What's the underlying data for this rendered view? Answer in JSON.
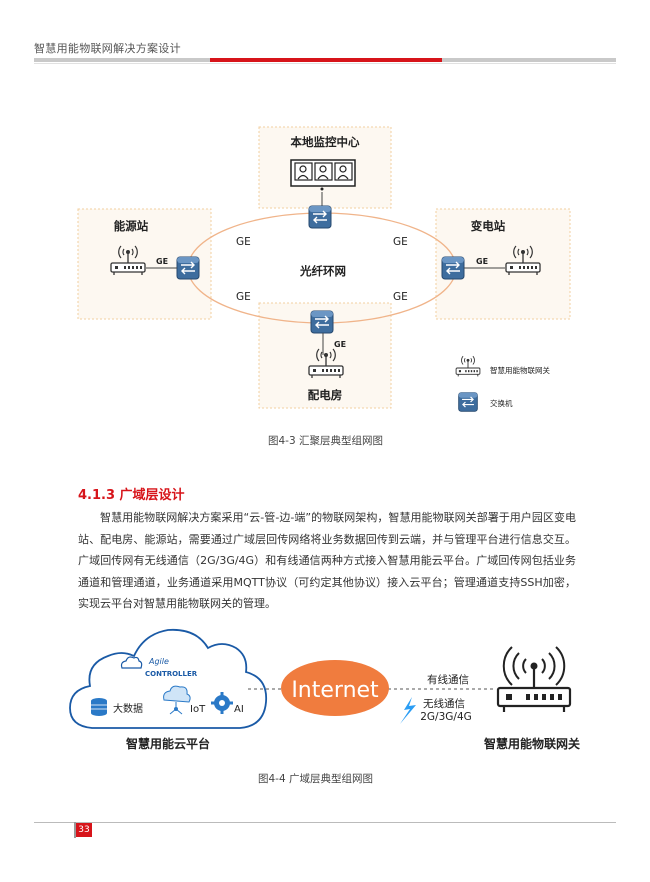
{
  "header": {
    "title": "智慧用能物联网解决方案设计"
  },
  "figure1": {
    "nodes": {
      "monitor": "本地监控中心",
      "energy_station": "能源站",
      "substation": "变电站",
      "distribution": "配电房"
    },
    "ring_label": "光纤环网",
    "link_label": "GE",
    "legend": {
      "gateway": "智慧用能物联网关",
      "switch": "交换机"
    },
    "caption": "图4-3 汇聚层典型组网图"
  },
  "section": {
    "number": "4.1.3",
    "title": "广域层设计",
    "paragraph": "智慧用能物联网解决方案采用“云-管-边-端”的物联网架构，智慧用能物联网关部署于用户园区变电站、配电房、能源站，需要通过广域层回传网络将业务数据回传到云端，并与管理平台进行信息交互。广域回传网有无线通信（2G/3G/4G）和有线通信两种方式接入智慧用能云平台。广域回传网包括业务通道和管理通道，业务通道采用MQTT协议（可约定其他协议）接入云平台；管理通道支持SSH加密，实现云平台对智慧用能物联网关的管理。"
  },
  "figure2": {
    "cloud_brand_top": "Agile",
    "cloud_brand_bottom": "CONTROLLER",
    "cloud_items": [
      "大数据",
      "IoT",
      "AI"
    ],
    "cloud_label": "智慧用能云平台",
    "internet_label": "Internet",
    "wired_label": "有线通信",
    "wireless_label": "无线通信",
    "wireless_sub": "2G/3G/4G",
    "gateway_label": "智慧用能物联网关",
    "caption": "图4-4 广域层典型组网图"
  },
  "footer": {
    "page_number": "33"
  },
  "colors": {
    "accent": "#d7141a",
    "ring": "#f0b48a",
    "switch": "#4a78a8",
    "internet": "#f07c3e",
    "cloud": "#1a5aa6"
  }
}
